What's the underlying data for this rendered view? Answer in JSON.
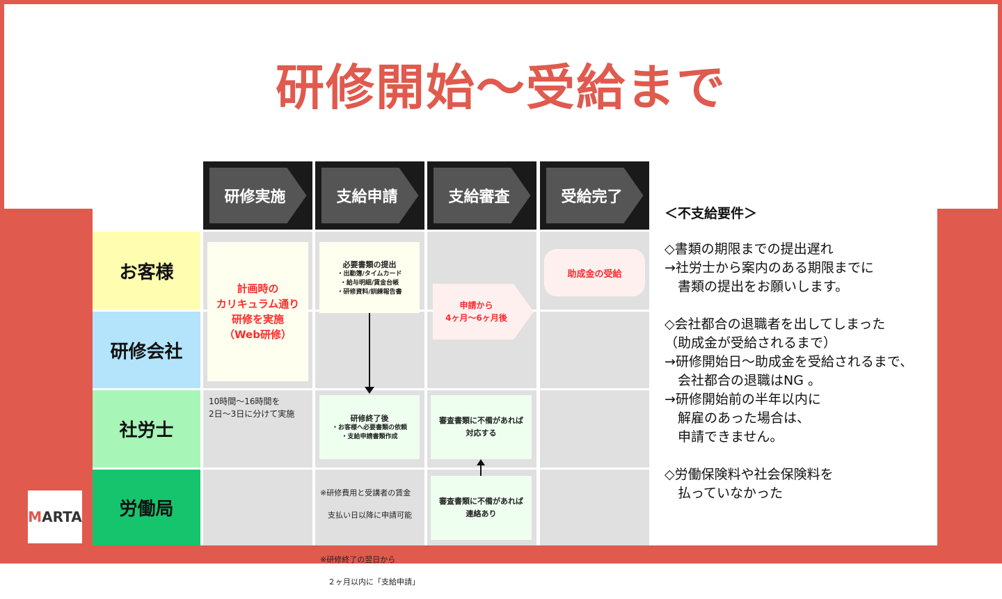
{
  "title": "研修開始〜受給まで",
  "phases": [
    "研修実施",
    "支給申請",
    "支給審査",
    "受給完了"
  ],
  "roles": [
    "お客様",
    "研修会社",
    "社労士",
    "労働局"
  ],
  "cells": {
    "training": [
      "計画時の",
      "カリキュラム通り",
      "研修を実施",
      "（Web研修）"
    ],
    "training_note": [
      "10時間〜16時間を",
      "2日〜3日に分けて実施"
    ],
    "docs_title": "必要書類の提出",
    "docs_items": [
      "・出勤簿/タイムカード",
      "・給与明細/賃金台帳",
      "・研修資料/訓練報告書"
    ],
    "review_period": [
      "申請から",
      "4ヶ月〜6ヶ月後"
    ],
    "receipt": "助成金の受給",
    "after_training_title": "研修終了後",
    "after_training_items": [
      "・お客様へ必要書類の依頼",
      "・支給申請書類作成"
    ],
    "respond": [
      "審査書類に不備があれば",
      "対応する"
    ],
    "notify": [
      "審査書類に不備があれば",
      "連絡あり"
    ],
    "notes": [
      "※研修費用と受講者の賃金",
      "　支払い日以降に申請可能",
      "",
      "※研修終了の翌日から",
      "　２ヶ月以内に「支給申請」"
    ]
  },
  "requirements": {
    "heading": "＜不支給要件＞",
    "text": "◇書類の期限までの提出遅れ\n→社労士から案内のある期限までに\n　書類の提出をお願いします。\n\n◇会社都合の退職者を出してしまった\n（助成金が受給されるまで）\n→研修開始日〜助成金を受給されるまで、\n　会社都合の退職はNG 。\n→研修開始前の半年以内に\n　解雇のあった場合は、\n　申請できません。\n\n◇労働保険料や社会保険料を\n　払っていなかった"
  },
  "logo": "MARTA",
  "colors": {
    "accent": "#e05a4e",
    "role1": "#fffeb0",
    "role2": "#b3e4fb",
    "role3": "#a8f5b8",
    "role4": "#16c46d"
  }
}
